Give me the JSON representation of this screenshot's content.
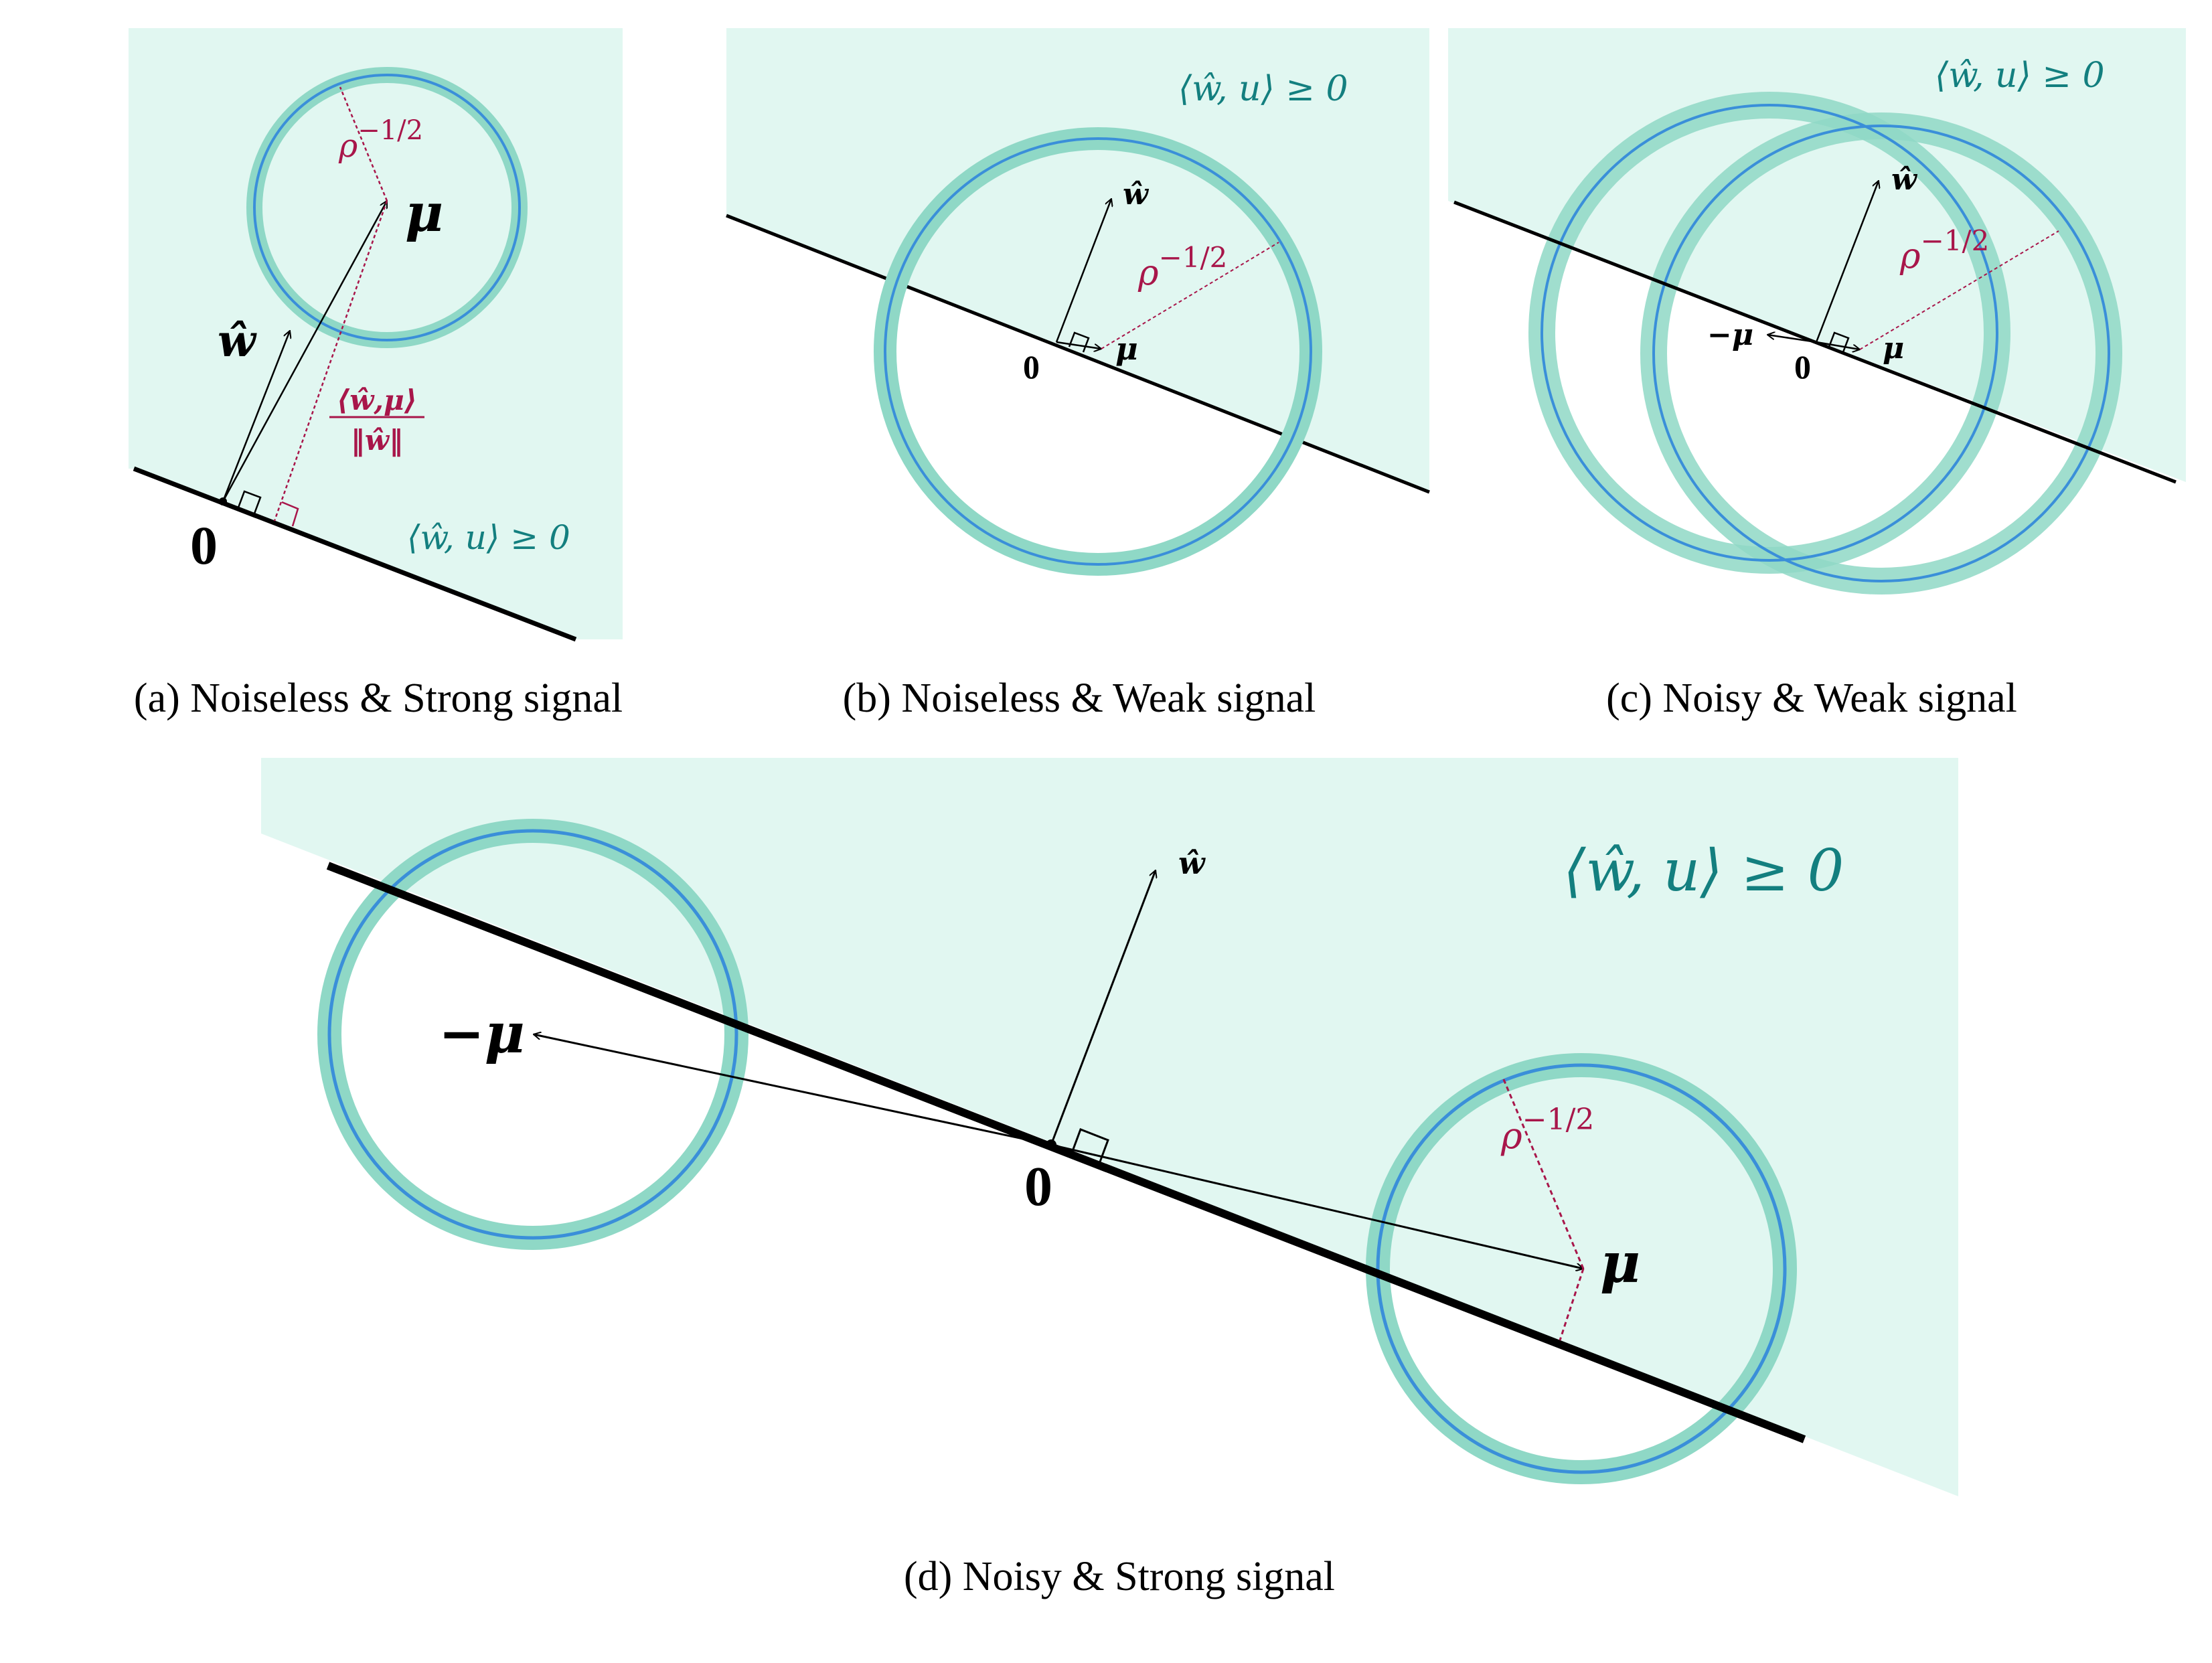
{
  "colors": {
    "halfspace": "#e1f7f1",
    "ring": "#8fd8c6",
    "circle": "#3a8fd9",
    "boundary": "#000000",
    "accent_red": "#a8164a",
    "label_teal": "#137f7f"
  },
  "panels": {
    "a": {
      "caption": "(a) Noiseless & Strong signal",
      "region_label": "⟨ŵ, u⟩ ≥ 0",
      "w_label": "ŵ",
      "mu_label": "μ",
      "zero_label": "0",
      "rho_label": "ρ",
      "rho_exp": "−1/2",
      "proj_num": "⟨ŵ,μ⟩",
      "proj_den": "‖ŵ‖"
    },
    "b": {
      "caption": "(b) Noiseless & Weak signal",
      "region_label": "⟨ŵ, u⟩ ≥ 0",
      "w_label": "ŵ",
      "mu_label": "μ",
      "zero_label": "0",
      "rho_label": "ρ",
      "rho_exp": "−1/2"
    },
    "c": {
      "caption": "(c) Noisy & Weak signal",
      "region_label": "⟨ŵ, u⟩ ≥ 0",
      "w_label": "ŵ",
      "mu_label": "μ",
      "neg_mu_label": "−μ",
      "zero_label": "0",
      "rho_label": "ρ",
      "rho_exp": "−1/2"
    },
    "d": {
      "caption": "(d) Noisy & Strong signal",
      "region_label": "⟨ŵ, u⟩ ≥ 0",
      "w_label": "ŵ",
      "mu_label": "μ",
      "neg_mu_label": "−μ",
      "zero_label": "0",
      "rho_label": "ρ",
      "rho_exp": "−1/2"
    }
  }
}
